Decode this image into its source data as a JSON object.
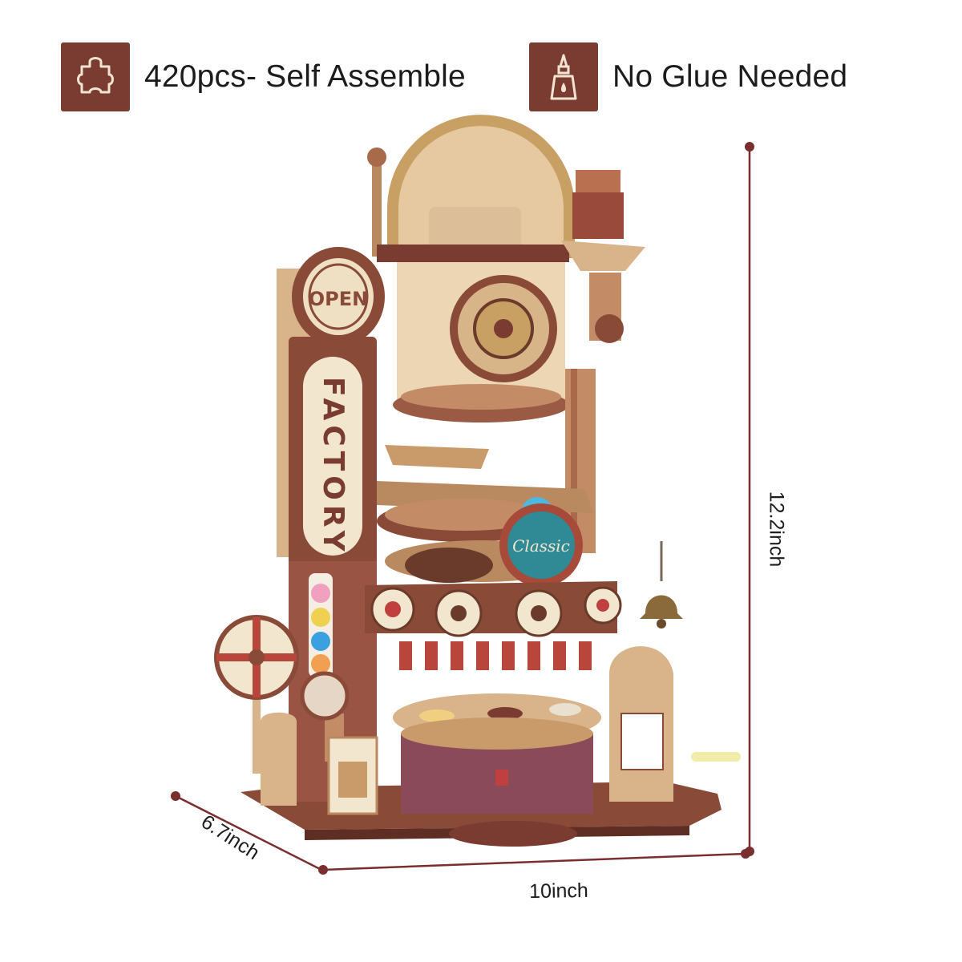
{
  "features": [
    {
      "label": "420pcs- Self Assemble",
      "icon": "puzzle-piece-icon"
    },
    {
      "label": "No Glue Needed",
      "icon": "glue-bottle-icon"
    }
  ],
  "product": {
    "sign_text": "FACTORY",
    "emblem_text": "OPEN",
    "badge_text": "Classic"
  },
  "dimensions": {
    "height": "12.2inch",
    "width": "10inch",
    "depth": "6.7inch"
  },
  "colors": {
    "accent": "#7a3c30",
    "wood_light": "#e6c9a0",
    "wood_mid": "#c99a6a",
    "wood_dark": "#8a4a38",
    "brass": "#c8a064",
    "dimension_line": "#7a2e2e"
  }
}
